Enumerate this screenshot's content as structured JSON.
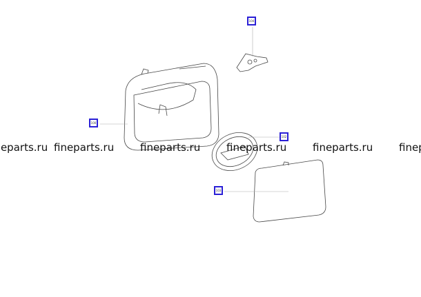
{
  "callouts": {
    "c100": "100",
    "c102": "102",
    "c103": "103",
    "c104": "104"
  },
  "watermark": "fineparts.ru",
  "colors": {
    "callout_border": "#2a1fd6",
    "line": "#444444"
  }
}
